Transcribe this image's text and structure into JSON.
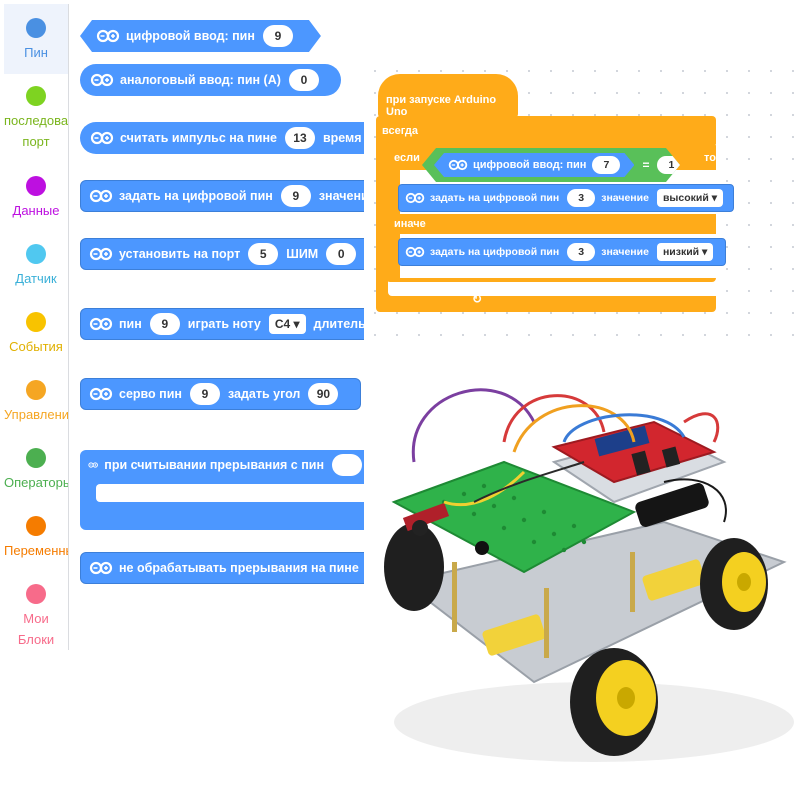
{
  "categories": [
    {
      "label": "Пин",
      "color": "#4a90e2",
      "selected": true
    },
    {
      "label": "последова\nпорт",
      "color": "#7ed321"
    },
    {
      "label": "Данные",
      "color": "#bd10e0"
    },
    {
      "label": "Датчик",
      "color": "#50c8f0"
    },
    {
      "label": "События",
      "color": "#f8c300"
    },
    {
      "label": "Управлени",
      "color": "#f5a623"
    },
    {
      "label": "Операторы",
      "color": "#4caf50"
    },
    {
      "label": "Переменны",
      "color": "#f57c00"
    },
    {
      "label": "Мои\nБлоки",
      "color": "#f76b8a"
    }
  ],
  "palette": {
    "digital_read": {
      "text": "цифровой ввод: пин",
      "pin": "9"
    },
    "analog_read": {
      "text": "аналоговый ввод: пин (A)",
      "pin": "0"
    },
    "pulse_read": {
      "text": "считать импульс на пине",
      "pin": "13",
      "tail": "время"
    },
    "digital_write": {
      "text": "задать на цифровой пин",
      "pin": "9",
      "tail": "значение"
    },
    "pwm_write": {
      "text": "установить на порт",
      "pin": "5",
      "mid": "ШИМ",
      "value": "0"
    },
    "tone": {
      "text": "пин",
      "pin": "9",
      "mid": "играть ноту",
      "note": "C4",
      "tail": "длитель"
    },
    "servo": {
      "text": "серво пин",
      "pin": "9",
      "mid": "задать угол",
      "angle": "90"
    },
    "interrupt": {
      "text": "при считывании прерывания с пин"
    },
    "detach_interrupt": {
      "text": "не обрабатывать прерывания на пине"
    }
  },
  "script": {
    "hat": "при запуске Arduino Uno",
    "forever": "всегда",
    "if_label": "если",
    "then_label": "то",
    "else_label": "иначе",
    "condition": {
      "text": "цифровой ввод: пин",
      "pin": "7",
      "op": "=",
      "value": "1"
    },
    "then_block": {
      "text": "задать на цифровой пин",
      "pin": "3",
      "mid": "значение",
      "level": "высокий"
    },
    "else_block": {
      "text": "задать на цифровой пин",
      "pin": "3",
      "mid": "значение",
      "level": "низкий"
    },
    "loop_arrow": "↻"
  },
  "glyphs": {
    "dropdown": "▾"
  }
}
